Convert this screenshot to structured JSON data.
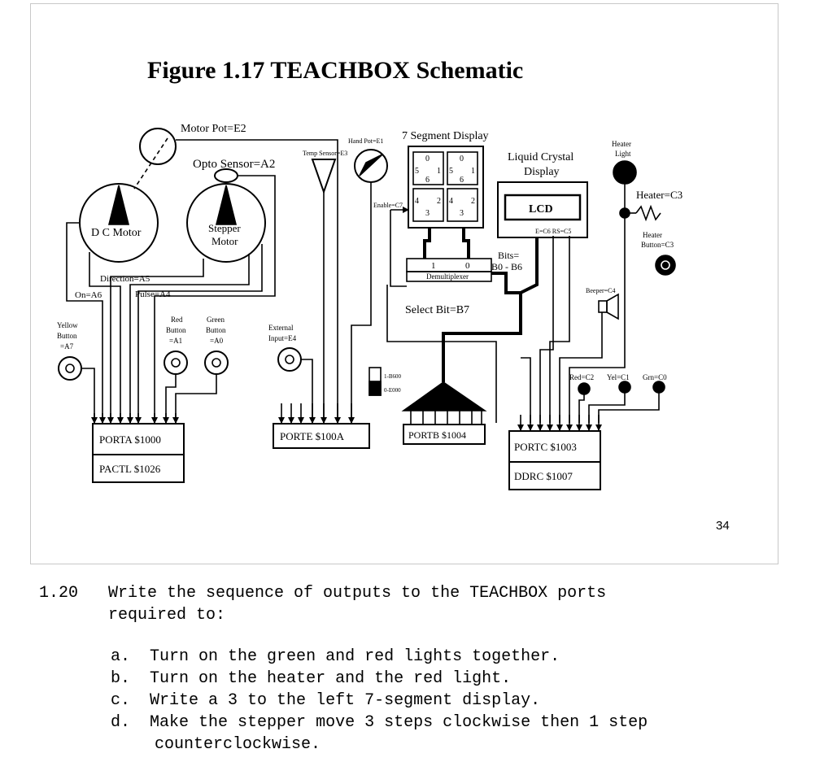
{
  "figure_title": "Figure 1.17 TEACHBOX Schematic",
  "page_number": "34",
  "labels": {
    "motor_pot": "Motor Pot=E2",
    "opto_sensor": "Opto Sensor=A2",
    "temp_sensor": "Temp Sensor=E3",
    "hand_pot": "Hand Pot=E1",
    "seven_segment": "7 Segment Display",
    "lcd_title_1": "Liquid Crystal",
    "lcd_title_2": "Display",
    "lcd": "LCD",
    "lcd_pins": "E=C6  RS=C5",
    "heater_light_1": "Heater",
    "heater_light_2": "Light",
    "heater": "Heater=C3",
    "heater_button_1": "Heater",
    "heater_button_2": "Button=C3",
    "dc_motor": "D C Motor",
    "stepper_1": "Stepper",
    "stepper_2": "Motor",
    "direction": "Direction=A5",
    "on": "On=A6",
    "pulse": "Pulse=A4",
    "enable": "Enable=C7",
    "demux": "Demultiplexer",
    "demux_1": "1",
    "demux_0": "0",
    "bits_1": "Bits=",
    "bits_2": "B0 - B6",
    "select_bit": "Select Bit=B7",
    "beeper": "Beeper=C4",
    "yellow_btn_1": "Yellow",
    "yellow_btn_2": "Button",
    "yellow_btn_3": "=A7",
    "red_btn_1": "Red",
    "red_btn_2": "Button",
    "red_btn_3": "=A1",
    "green_btn_1": "Green",
    "green_btn_2": "Button",
    "green_btn_3": "=A0",
    "external_1": "External",
    "external_2": "Input=E4",
    "switch_1": "1-B600",
    "switch_0": "0-E000",
    "red_led": "Red=C2",
    "yel_led": "Yel=C1",
    "grn_led": "Grn=C0",
    "porta": "PORTA   $1000",
    "pactl": "PACTL   $1026",
    "porte": "PORTE   $100A",
    "portb": "PORTB  $1004",
    "portc": "PORTC   $1003",
    "ddrc": "DDRC     $1007",
    "seg_left": [
      "0",
      "5",
      "1",
      "6",
      "4",
      "2",
      "3"
    ],
    "seg_right": [
      "0",
      "5",
      "1",
      "6",
      "4",
      "2",
      "3"
    ]
  },
  "problem": {
    "number": "1.20",
    "stem": "Write the sequence of outputs to the TEACHBOX ports\nrequired to:",
    "items": [
      {
        "letter": "a.",
        "text": "Turn on the green and red lights together."
      },
      {
        "letter": "b.",
        "text": "Turn on the heater and the red light."
      },
      {
        "letter": "c.",
        "text": "Write a 3 to the left 7-segment display."
      },
      {
        "letter": "d.",
        "text": "Make the stepper move 3 steps clockwise then 1 step"
      },
      {
        "letter": "",
        "text": "counterclockwise."
      }
    ]
  }
}
